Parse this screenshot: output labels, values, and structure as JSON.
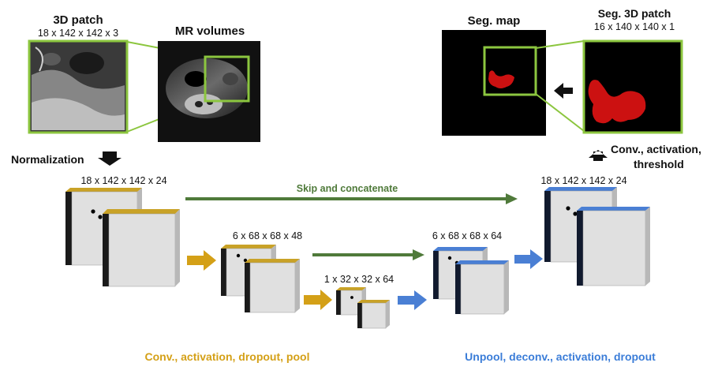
{
  "input": {
    "patch_title": "3D patch",
    "patch_dims": "18 x 142 x 142 x 3",
    "volumes_title": "MR volumes",
    "normalization_label": "Normalization"
  },
  "output": {
    "seg_map_title": "Seg. map",
    "seg_patch_title": "Seg. 3D patch",
    "seg_patch_dims": "16 x 140 x 140 x 1",
    "final_step_line1": "Conv., activation,",
    "final_step_line2": "threshold"
  },
  "network": {
    "encoder_blocks": [
      {
        "dims": "18 x 142 x 142 x 24"
      },
      {
        "dims": "6 x 68 x 68 x 48"
      },
      {
        "dims": "1 x 32 x 32 x 64"
      }
    ],
    "decoder_blocks": [
      {
        "dims": "6 x 68 x 68 x 64"
      },
      {
        "dims": "18 x 142 x 142 x 24"
      }
    ],
    "skip_label": "Skip and concatenate",
    "encoder_label": "Conv., activation, dropout, pool",
    "decoder_label": "Unpool, deconv., activation, dropout"
  },
  "colors": {
    "encoder_accent": "#c9a227",
    "decoder_accent": "#4a7fd4",
    "skip_arrow": "#4f7a3a",
    "zoom_box": "#8cc63f",
    "segmentation": "#cc1111",
    "encoder_text": "#d4a017",
    "decoder_text": "#3b7dd8",
    "block_face": "#e0e0e0"
  }
}
